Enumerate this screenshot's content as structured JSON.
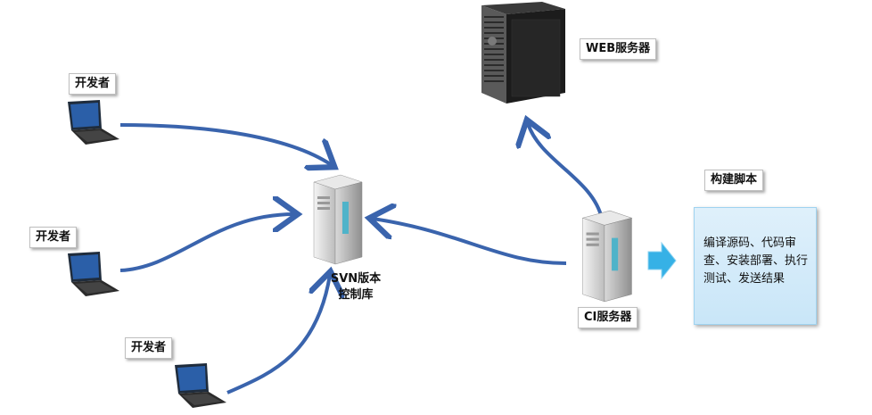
{
  "developers": [
    {
      "label": "开发者"
    },
    {
      "label": "开发者"
    },
    {
      "label": "开发者"
    }
  ],
  "svn": {
    "line1": "SVN版本",
    "line2": "控制库"
  },
  "ci": {
    "label": "CI服务器"
  },
  "web": {
    "label": "WEB服务器"
  },
  "build_script": {
    "title": "构建脚本",
    "content": "编译源码、代码审查、安装部署、执行测试、发送结果"
  },
  "colors": {
    "arrow": "#3a64ad",
    "panel": "#cfe9f9",
    "block_arrow": "#36b1e6"
  }
}
